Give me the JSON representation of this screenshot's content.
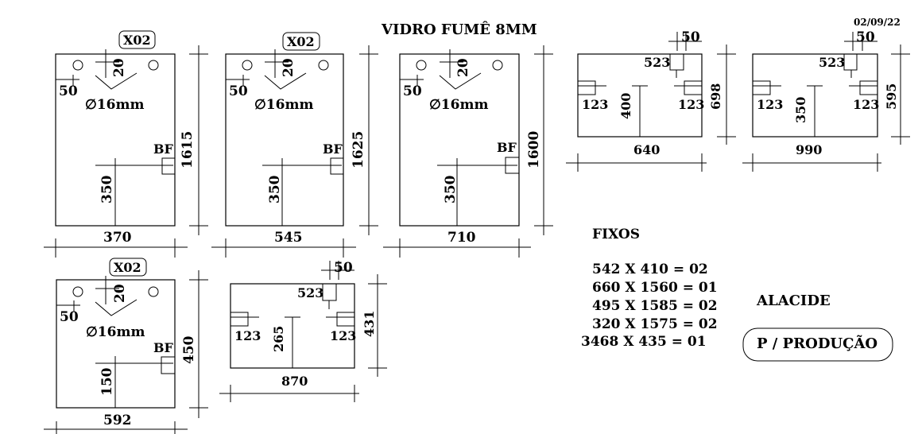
{
  "header": {
    "title": "VIDRO FUMÊ 8MM",
    "date": "02/09/22"
  },
  "doors": [
    {
      "tag": "X02",
      "dim_50": "50",
      "dim_20": "20",
      "hole": "∅16mm",
      "bf": "BF",
      "dim_350": "350",
      "height": "1615",
      "width": "370"
    },
    {
      "tag": "X02",
      "dim_50": "50",
      "dim_20": "20",
      "hole": "∅16mm",
      "bf": "BF",
      "dim_350": "350",
      "height": "1625",
      "width": "545"
    },
    {
      "tag": "",
      "dim_50": "50",
      "dim_20": "20",
      "hole": "∅16mm",
      "bf": "BF",
      "dim_350": "350",
      "height": "1600",
      "width": "710"
    },
    {
      "tag": "X02",
      "dim_50": "50",
      "dim_20": "20",
      "hole": "∅16mm",
      "bf": "BF",
      "dim_350": "150",
      "height": "450",
      "width": "592"
    }
  ],
  "panels": [
    {
      "top50": "50",
      "d523": "523",
      "left123": "123",
      "right123": "123",
      "center": "400",
      "height": "698",
      "width": "640"
    },
    {
      "top50": "50",
      "d523": "523",
      "left123": "123",
      "right123": "123",
      "center": "350",
      "height": "595",
      "width": "990"
    },
    {
      "top50": "50",
      "d523": "523",
      "left123": "123",
      "right123": "123",
      "center": "265",
      "height": "431",
      "width": "870"
    }
  ],
  "fixos": {
    "title": "FIXOS",
    "items": [
      "542 X 410 = 02",
      "660 X 1560 = 01",
      "495 X 1585 = 02",
      "320 X 1575 = 02",
      "3468 X 435 = 01"
    ]
  },
  "alacide": "ALACIDE",
  "production_label": "P / PRODUÇÃO"
}
